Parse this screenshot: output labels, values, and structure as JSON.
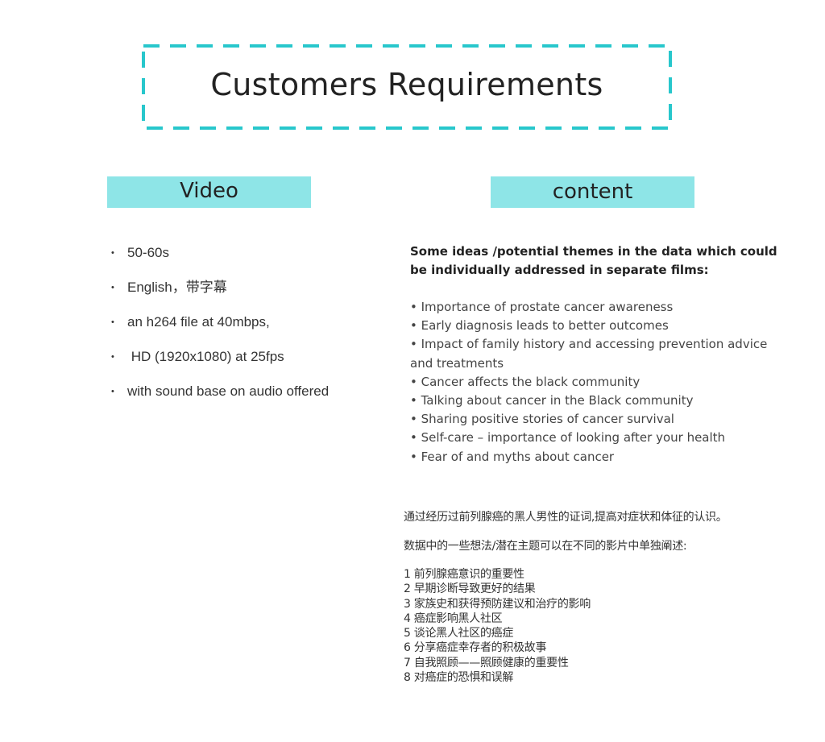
{
  "title": "Customers Requirements",
  "colors": {
    "accent": "#28c7cc",
    "tag_background": "#8ee5e7"
  },
  "video": {
    "label": "Video",
    "items": [
      "50-60s",
      "English，带字幕",
      "an h264 file at 40mbps,",
      " HD (1920x1080) at 25fps",
      "with sound base on audio offered"
    ]
  },
  "content": {
    "label": "content",
    "heading": "Some ideas /potential themes in the data which could be individually addressed in separate films:",
    "themes": [
      "• Importance of prostate cancer awareness",
      "• Early diagnosis leads to better outcomes",
      "• Impact of family history and accessing prevention advice and treatments",
      "• Cancer affects the black community",
      "• Talking about cancer in the Black community",
      "• Sharing positive stories of cancer survival",
      "• Self-care – importance of looking after your health",
      "• Fear of and myths about cancer"
    ]
  },
  "chinese": {
    "intro": "通过经历过前列腺癌的黑人男性的证词,提高对症状和体征的认识。",
    "subtitle": "数据中的一些想法/潜在主题可以在不同的影片中单独阐述:",
    "items": [
      "1 前列腺癌意识的重要性",
      "2 早期诊断导致更好的结果",
      "3 家族史和获得预防建议和治疗的影响",
      "4 癌症影响黑人社区",
      "5 谈论黑人社区的癌症",
      "6 分享癌症幸存者的积极故事",
      "7 自我照顾——照顾健康的重要性",
      "8 对癌症的恐惧和误解"
    ]
  }
}
